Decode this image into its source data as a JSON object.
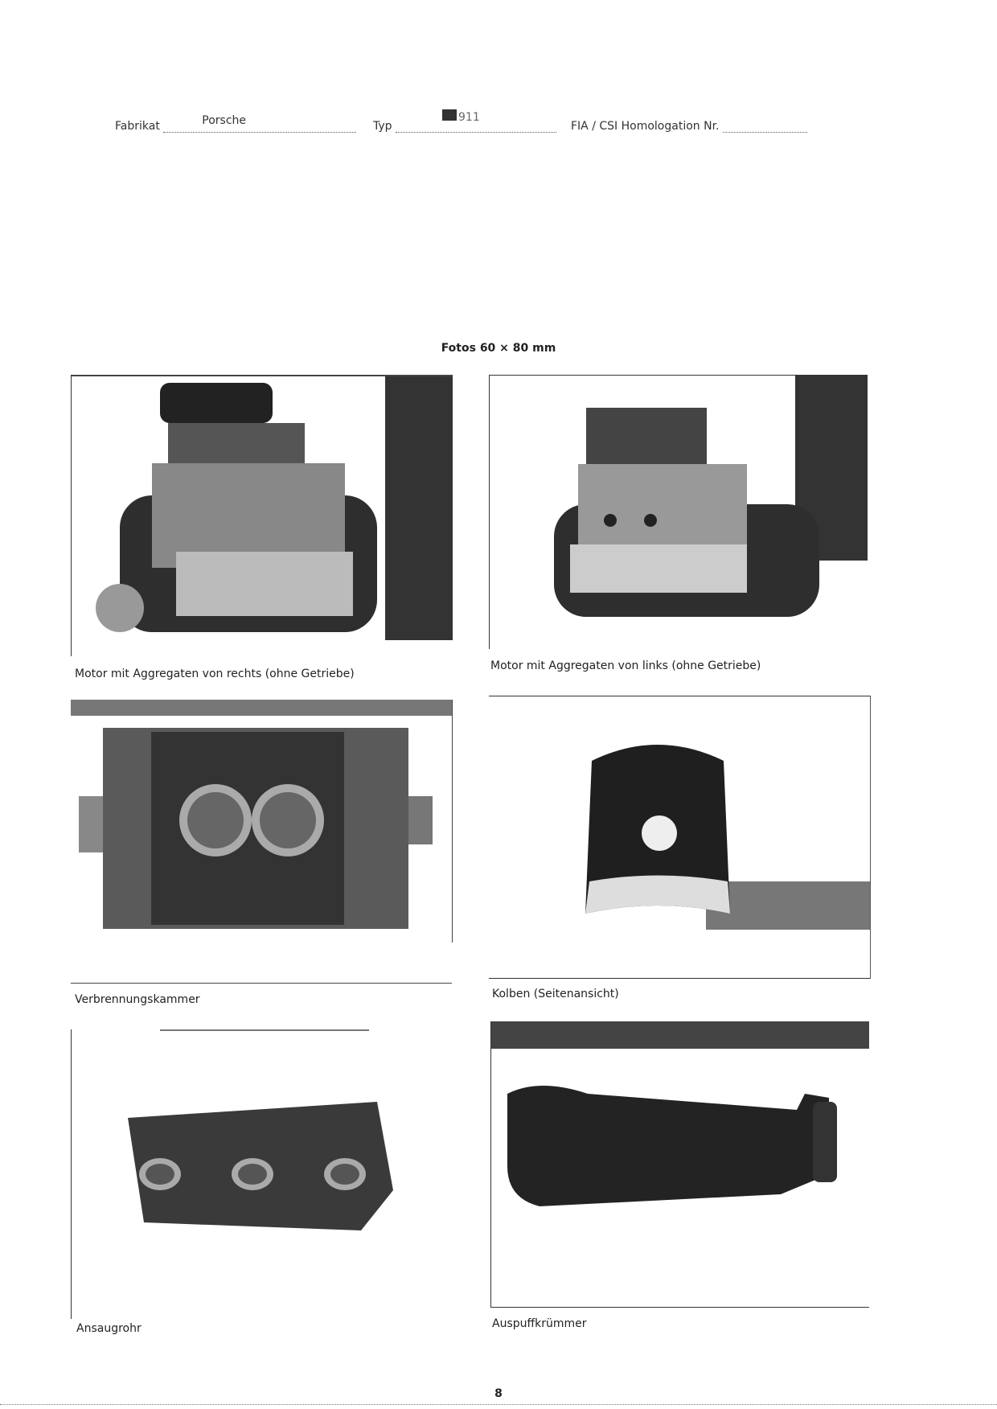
{
  "header": {
    "fabrikat_label": "Fabrikat",
    "fabrikat_value": "Porsche",
    "typ_label": "Typ",
    "typ_value": "911",
    "homologation_label": "FIA / CSI Homologation Nr."
  },
  "section_title": "Fotos 60 × 80 mm",
  "photos": [
    {
      "caption": "Motor mit Aggregaten von rechts (ohne Getriebe)"
    },
    {
      "caption": "Motor mit Aggregaten von links (ohne Getriebe)"
    },
    {
      "caption": "Verbrennungskammer"
    },
    {
      "caption": "Kolben (Seitenansicht)"
    },
    {
      "caption": "Ansaugrohr"
    },
    {
      "caption": "Auspuffkrümmer"
    }
  ],
  "page_number": "8"
}
